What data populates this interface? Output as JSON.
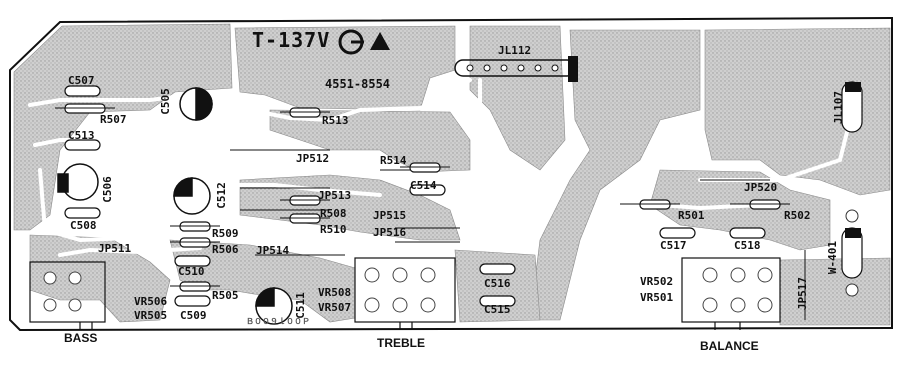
{
  "board": {
    "model": "T-137V",
    "part_number": "4551-8554",
    "print_number": "Ｂ００９ｌ００Ｐ"
  },
  "controls": {
    "bass": "BASS",
    "treble": "TREBLE",
    "balance": "BALANCE"
  },
  "components": {
    "jumpers": {
      "jl112": "JL112",
      "jl107": "JL107",
      "w401": "W-401",
      "jp511": "JP511",
      "jp512": "JP512",
      "jp513": "JP513",
      "jp514": "JP514",
      "jp515": "JP515",
      "jp516": "JP516",
      "jp517": "JP517",
      "jp520": "JP520"
    },
    "capacitors": {
      "c505": "C505",
      "c506": "C506",
      "c507": "C507",
      "c508": "C508",
      "c509": "C509",
      "c510": "C510",
      "c511": "C511",
      "c512": "C512",
      "c513": "C513",
      "c514": "C514",
      "c515": "C515",
      "c516": "C516",
      "c517": "C517",
      "c518": "C518"
    },
    "resistors": {
      "r501": "R501",
      "r502": "R502",
      "r505": "R505",
      "r506": "R506",
      "r507": "R507",
      "r508": "R508",
      "r509": "R509",
      "r510": "R510",
      "r513": "R513",
      "r514": "R514"
    },
    "pots": {
      "vr501": "VR501",
      "vr502": "VR502",
      "vr505": "VR505",
      "vr506": "VR506",
      "vr507": "VR507",
      "vr508": "VR508"
    }
  },
  "colors": {
    "copper": "#c9c9c9",
    "trace": "#d8d8d8",
    "outline": "#1a1a1a",
    "background": "#ffffff"
  }
}
